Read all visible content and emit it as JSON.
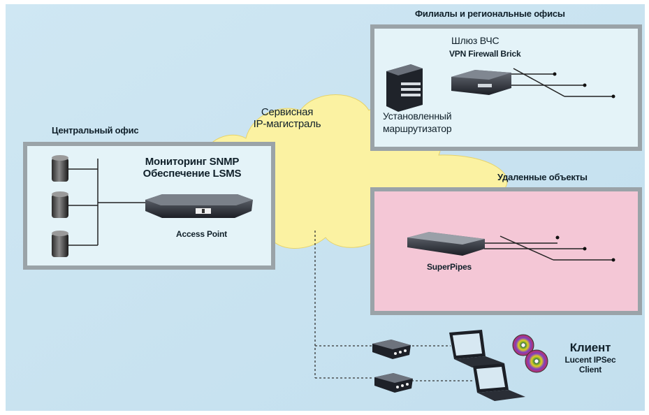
{
  "cloud": {
    "line1": "Сервисная",
    "line2": "IP-магистраль"
  },
  "central": {
    "title": "Центральный офис",
    "monitor1": "Мониторинг SNMP",
    "monitor2": "Обеспечение LSMS",
    "device": "Access Point"
  },
  "branch": {
    "title": "Филиалы и региональные офисы",
    "gateway1": "Шлюз ВЧС",
    "gateway2": "VPN Firewall Brick",
    "router1": "Установленный",
    "router2": "маршрутизатор"
  },
  "remote": {
    "title": "Удаленные объекты",
    "device": "SuperPipes"
  },
  "client": {
    "title": "Клиент",
    "line1": "Lucent IPSec",
    "line2": "Client"
  },
  "colors": {
    "background": "#cfe6f2",
    "panel_blue": "#e4f3f8",
    "panel_pink": "#f4c7d6",
    "cloud": "#fbf2a2"
  }
}
